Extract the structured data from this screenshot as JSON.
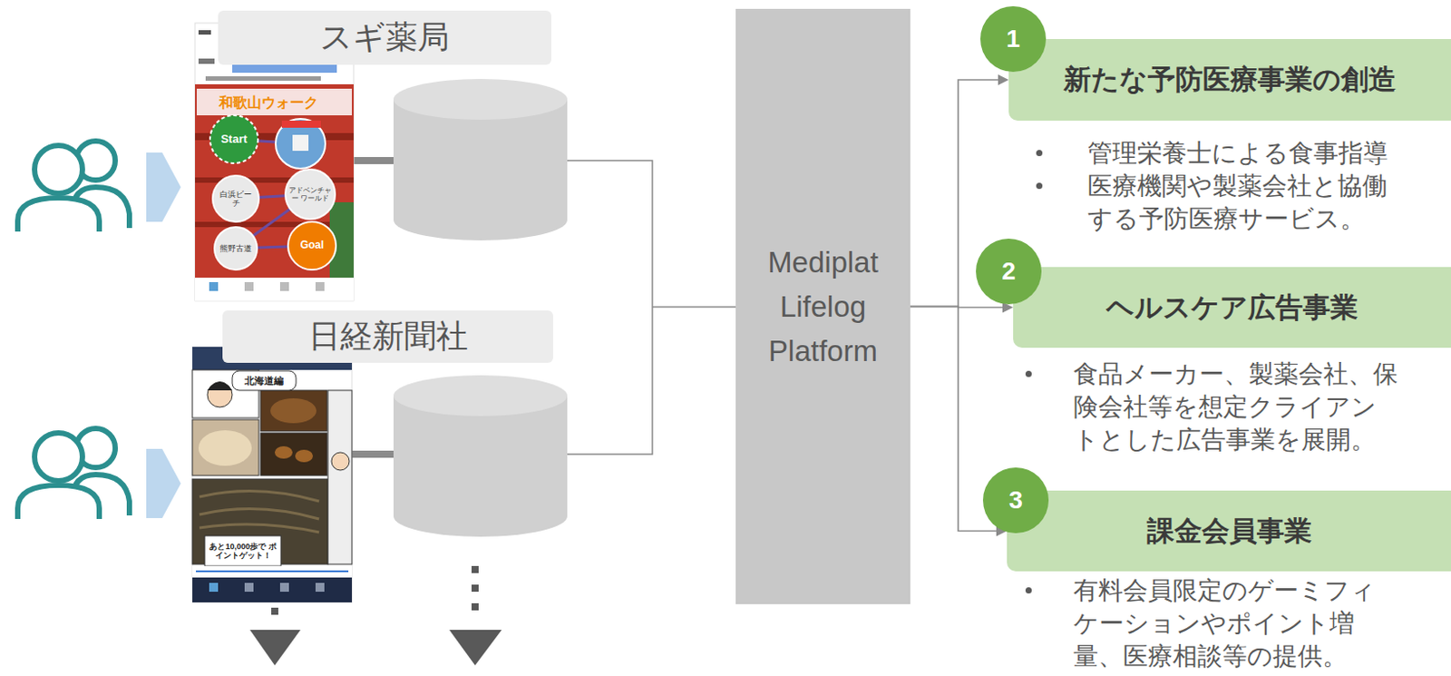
{
  "diagram": {
    "nodes": [
      {
        "text": [
          "スギ薬局"
        ]
      },
      {
        "text": [
          "日経新聞社"
        ]
      },
      {
        "text": [
          "Mediplat Lifelog Platform"
        ]
      },
      {
        "text": [
          "1"
        ]
      },
      {
        "text": [
          "新たな予防医療事業の創造",
          "管理栄養士による食事指導",
          "医療機関や製薬会社と協働する予防医療サービス。"
        ]
      },
      {
        "text": [
          "2"
        ]
      },
      {
        "text": [
          "ヘルスケア広告事業",
          "食品メーカー、製薬会社、保険会社等を想定クライアントとした広告事業を展開。"
        ]
      },
      {
        "text": [
          "3"
        ]
      },
      {
        "text": [
          "課金会員事業",
          "有料会員限定のゲーミフィケーションやポイント増量、医療相談等の提供。"
        ]
      }
    ],
    "edges": [
      {
        "from": 2,
        "to": 4,
        "arrow": "to"
      },
      {
        "from": 2,
        "to": 6,
        "arrow": "to"
      },
      {
        "from": 2,
        "to": 8,
        "arrow": "to"
      }
    ],
    "labels": [
      "和歌山ウォーク",
      "Start",
      "Goal",
      "白浜ビーチ",
      "アドベンチャー ワールド",
      "熊野古道",
      "北海道編",
      "あと10,000歩で ポイントゲット！"
    ]
  }
}
